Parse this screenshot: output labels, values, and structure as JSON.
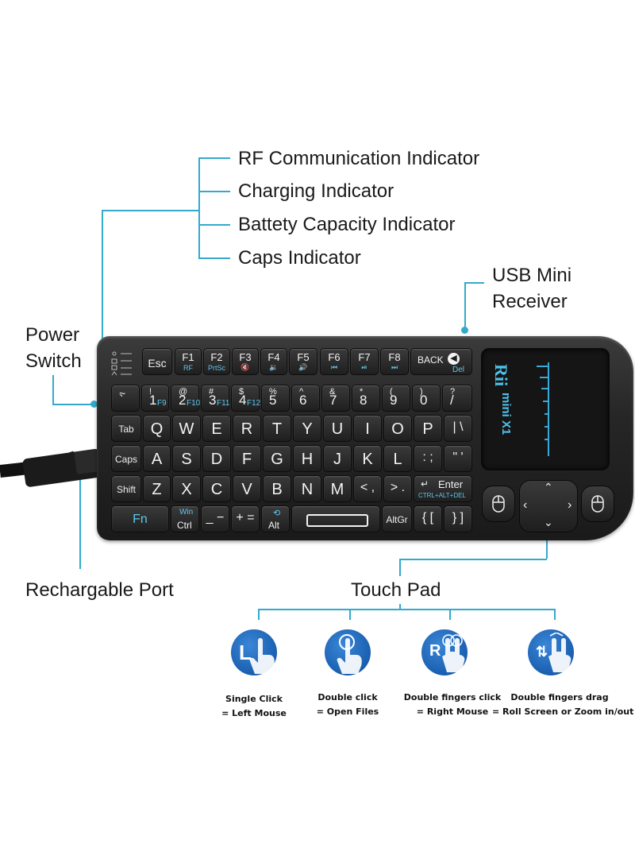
{
  "callouts": {
    "rf": "RF Communication Indicator",
    "charging": "Charging Indicator",
    "battery": "Battety Capacity Indicator",
    "caps": "Caps Indicator",
    "usb_line1": "USB Mini",
    "usb_line2": "Receiver",
    "power_line1": "Power",
    "power_line2": "Switch",
    "port": "Rechargable Port",
    "touchpad": "Touch Pad"
  },
  "brand": {
    "logo": "Rii",
    "model": "mini X1"
  },
  "keys": {
    "row0": [
      {
        "top": "Esc",
        "bottom": ""
      },
      {
        "top": "F1",
        "bottom": "RF"
      },
      {
        "top": "F2",
        "bottom": "PrtSc"
      },
      {
        "top": "F3",
        "bottom": "🔇"
      },
      {
        "top": "F4",
        "bottom": "🔉"
      },
      {
        "top": "F5",
        "bottom": "🔊"
      },
      {
        "top": "F6",
        "bottom": "⏮"
      },
      {
        "top": "F7",
        "bottom": "⏯"
      },
      {
        "top": "F8",
        "bottom": "⏭"
      },
      {
        "top": "BACK",
        "bottom": "Del"
      }
    ],
    "row1": [
      {
        "tl": "~",
        "bl": "`",
        "br": ""
      },
      {
        "tl": "!",
        "bl": "1",
        "br": "F9"
      },
      {
        "tl": "@",
        "bl": "2",
        "br": "F10"
      },
      {
        "tl": "#",
        "bl": "3",
        "br": "F11"
      },
      {
        "tl": "$",
        "bl": "4",
        "br": "F12"
      },
      {
        "tl": "%",
        "bl": "5",
        "br": ""
      },
      {
        "tl": "^",
        "bl": "6",
        "br": ""
      },
      {
        "tl": "&",
        "bl": "7",
        "br": ""
      },
      {
        "tl": "*",
        "bl": "8",
        "br": ""
      },
      {
        "tl": "(",
        "bl": "9",
        "br": ""
      },
      {
        "tl": ")",
        "bl": "0",
        "br": ""
      },
      {
        "tl": "?",
        "bl": "/",
        "br": ""
      }
    ],
    "row2": [
      "Tab",
      "Q",
      "W",
      "E",
      "R",
      "T",
      "Y",
      "U",
      "I",
      "O",
      "P",
      "| \\"
    ],
    "row3": [
      "Caps",
      "A",
      "S",
      "D",
      "F",
      "G",
      "H",
      "J",
      "K",
      "L",
      ": ;",
      "\" '"
    ],
    "row4": [
      "Shift",
      "Z",
      "X",
      "C",
      "V",
      "B",
      "N",
      "M",
      "< ,",
      "> .",
      "Enter"
    ],
    "enter_sub": "CTRL+ALT+DEL",
    "row5": {
      "fn": "Fn",
      "ctrl_top": "Win",
      "ctrl": "Ctrl",
      "minus": "_ −",
      "plus": "+ =",
      "alt": "Alt",
      "altgr": "AltGr",
      "brace_open": "{ [",
      "brace_close": "} ]"
    }
  },
  "gestures": [
    {
      "line1": "Single Click",
      "line2": "= Left  Mouse",
      "icon_letter": "L",
      "icon": "single-tap-icon"
    },
    {
      "line1": "Double click",
      "line2": "= Open Files",
      "icon_letter": "",
      "icon": "double-tap-icon"
    },
    {
      "line1": "Double fingers click",
      "line2": "= Right Mouse",
      "icon_letter": "R",
      "icon": "two-finger-tap-icon"
    },
    {
      "line1": "Double fingers drag",
      "line2": "= Roll Screen or Zoom in/out",
      "icon_letter": "⇅",
      "icon": "two-finger-drag-icon"
    }
  ],
  "colors": {
    "accent": "#33aacc",
    "key_legend_blue": "#5ec8ee",
    "gesture_blue": "#1a5fb0"
  }
}
